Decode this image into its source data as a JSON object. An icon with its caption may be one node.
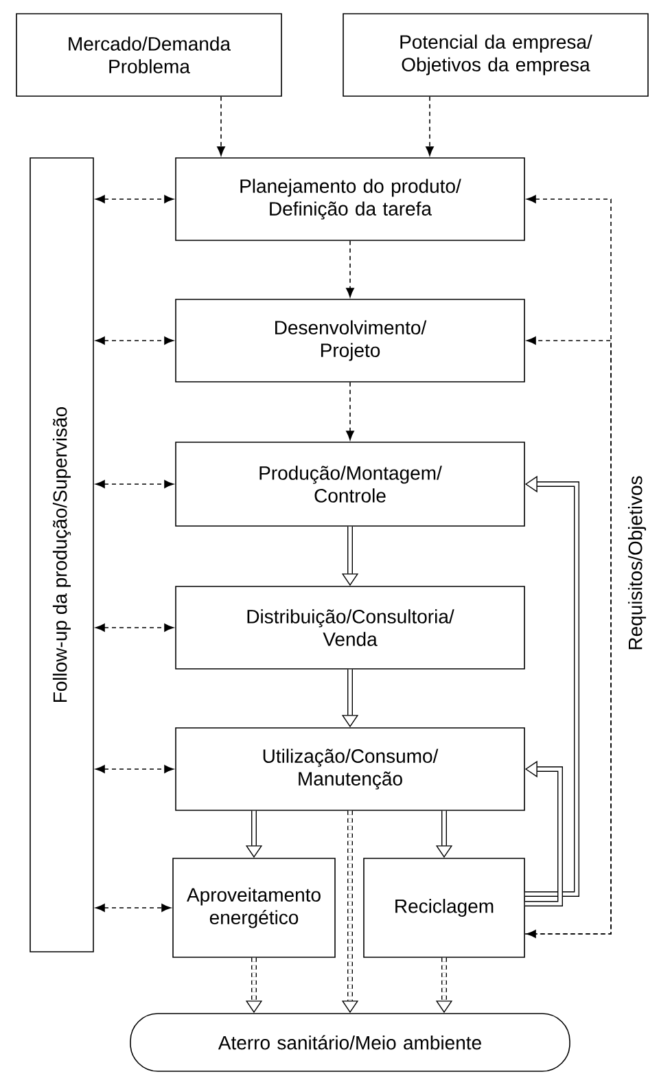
{
  "diagram": {
    "nodes": [
      {
        "text": [
          "Mercado/Demanda Problema"
        ]
      },
      {
        "text": [
          "Potencial da empresa/ Objetivos da empresa"
        ]
      },
      {
        "text": [
          "Follow-up da produção/Supervisão"
        ]
      },
      {
        "text": [
          "Planejamento do produto/ Definição da tarefa"
        ]
      },
      {
        "text": [
          "Desenvolvimento/ Projeto"
        ]
      },
      {
        "text": [
          "Produção/Montagem/ Controle"
        ]
      },
      {
        "text": [
          "Distribuição/Consultoria/ Venda"
        ]
      },
      {
        "text": [
          "Utilização/Consumo/ Manutenção"
        ]
      },
      {
        "text": [
          "Aproveitamento energético"
        ]
      },
      {
        "text": [
          "Reciclagem"
        ]
      },
      {
        "text": [
          "Aterro sanitário/Meio ambiente"
        ]
      }
    ],
    "edges": [
      {
        "from": 0,
        "to": 3,
        "arrow": "to",
        "style": "dashed"
      },
      {
        "from": 1,
        "to": 3,
        "arrow": "to",
        "style": "dashed"
      },
      {
        "from": 2,
        "to": 3,
        "arrow": "both",
        "style": "dashed"
      },
      {
        "from": 3,
        "to": 4,
        "arrow": "to",
        "style": "dashed"
      },
      {
        "from": 3,
        "to": 9,
        "arrow": "both",
        "style": "dashed"
      },
      {
        "from": 2,
        "to": 4,
        "arrow": "both",
        "style": "dashed"
      },
      {
        "from": 9,
        "to": 4,
        "arrow": "to",
        "style": "dashed"
      },
      {
        "from": 4,
        "to": 5,
        "arrow": "to",
        "style": "dashed"
      },
      {
        "from": 2,
        "to": 5,
        "arrow": "both",
        "style": "dashed"
      },
      {
        "from": 5,
        "to": 6,
        "arrow": "to",
        "style": "thick"
      },
      {
        "from": 9,
        "to": 5,
        "arrow": "to",
        "style": "thick"
      },
      {
        "from": 2,
        "to": 6,
        "arrow": "both",
        "style": "dashed"
      },
      {
        "from": 6,
        "to": 7,
        "arrow": "to",
        "style": "thick"
      },
      {
        "from": 2,
        "to": 7,
        "arrow": "both",
        "style": "dashed"
      },
      {
        "from": 9,
        "to": 7,
        "arrow": "to",
        "style": "thick"
      },
      {
        "from": 7,
        "to": 8,
        "arrow": "to",
        "style": "thick"
      },
      {
        "from": 7,
        "to": 9,
        "arrow": "to",
        "style": "thick"
      },
      {
        "from": 2,
        "to": 8,
        "arrow": "both",
        "style": "dashed"
      },
      {
        "from": 8,
        "to": 10,
        "arrow": "to",
        "style": "dashed"
      },
      {
        "from": 7,
        "to": 10,
        "arrow": "to",
        "style": "dashed"
      },
      {
        "from": 9,
        "to": 10,
        "arrow": "to",
        "style": "dashed"
      }
    ],
    "labels": [
      "Requisitos/Objetivos"
    ]
  }
}
